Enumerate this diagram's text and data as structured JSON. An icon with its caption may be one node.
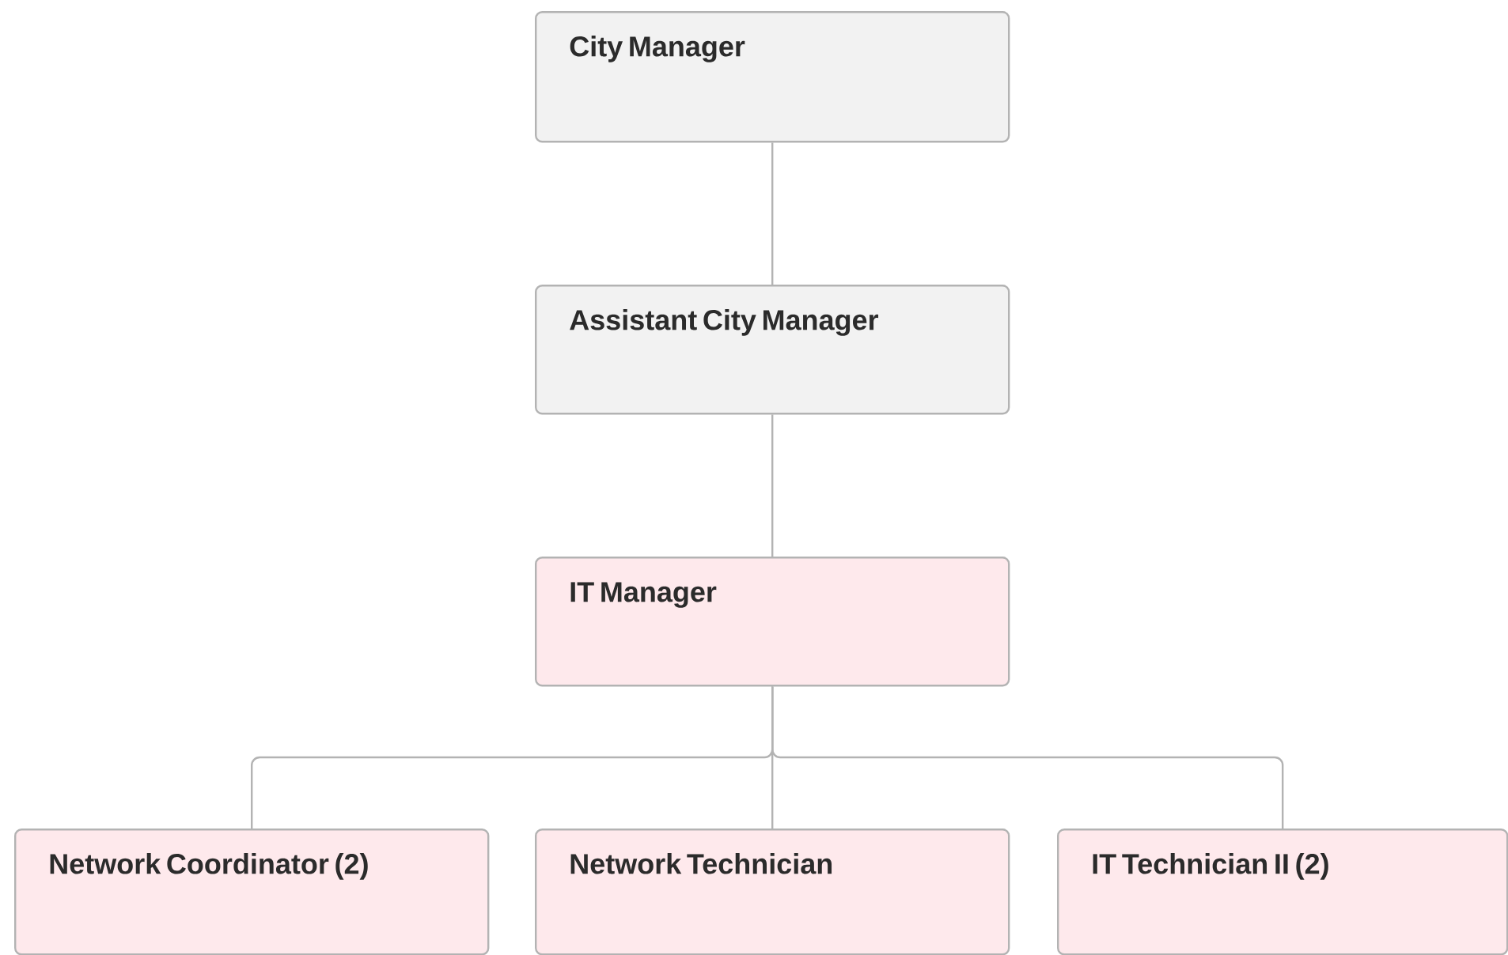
{
  "diagram": {
    "nodes": [
      {
        "text": [
          "City Manager"
        ]
      },
      {
        "text": [
          "Assistant City Manager"
        ]
      },
      {
        "text": [
          "IT Manager"
        ]
      },
      {
        "text": [
          "Network Coordinator (2)"
        ]
      },
      {
        "text": [
          "Network Technician"
        ]
      },
      {
        "text": [
          "IT Technician II (2)"
        ]
      }
    ],
    "edges": [
      {
        "from": 0,
        "to": 1,
        "arrow": "none"
      },
      {
        "from": 1,
        "to": 2,
        "arrow": "none"
      },
      {
        "from": 2,
        "to": 3,
        "arrow": "none"
      },
      {
        "from": 2,
        "to": 4,
        "arrow": "none"
      },
      {
        "from": 2,
        "to": 5,
        "arrow": "none"
      }
    ]
  }
}
